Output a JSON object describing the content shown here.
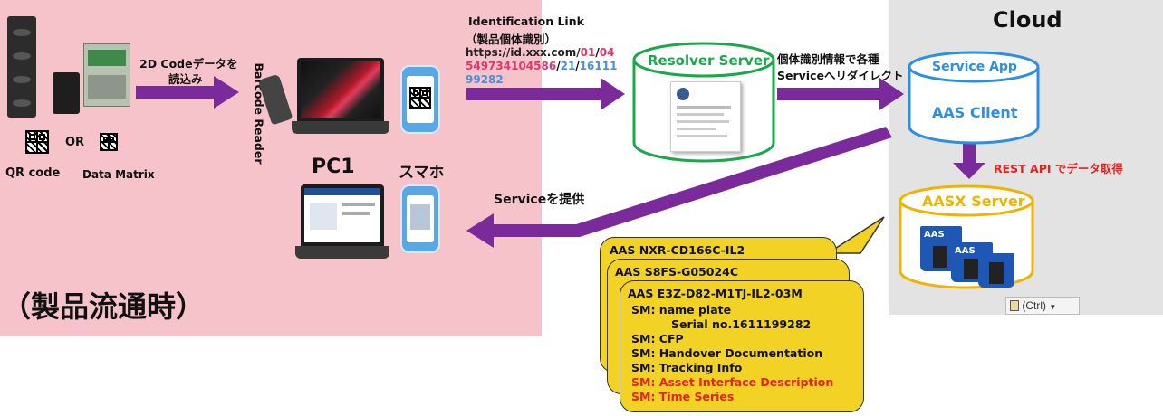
{
  "left": {
    "code_reading_line1": "2D Codeデータを",
    "code_reading_line2": "読込み",
    "qr_code_label": "QR code",
    "or_label": "OR",
    "data_matrix_label": "Data Matrix",
    "barcode_reader_label": "Barcode Reader",
    "pc1_label": "PC1",
    "smartphone_label": "スマホ",
    "phase_label": "（製品流通時）",
    "service_provided_label": "Serviceを提供"
  },
  "link": {
    "title": "Identification Link",
    "subtitle": "（製品個体識別）",
    "url_prefix": "https://id.xxx.com/",
    "seg_01": "01",
    "slash1": "/",
    "seg_04": "04",
    "seg_gtin": "549734104586",
    "slash2": "/",
    "seg_21": "21",
    "slash3": "/",
    "seg_serial1": "16111",
    "seg_serial2": "99282"
  },
  "resolver": {
    "name": "Resolver Server",
    "redirect_line1": "個体識別情報で各種",
    "redirect_line2": "Serviceへリダイレクト"
  },
  "cloud": {
    "title": "Cloud",
    "service_app": "Service App",
    "aas_client": "AAS Client",
    "rest_api": "REST API でデータ取得",
    "aasx_server": "AASX Server",
    "aas_badge": "AAS",
    "ctrl_hint": "(Ctrl)"
  },
  "notes": {
    "note1_title": "AAS NXR-CD166C-IL2",
    "note2_title": "AAS S8FS-G05024C",
    "note3_title": "AAS E3Z-D82-M1TJ-IL2-03M",
    "items": [
      "SM: name plate",
      "Serial no.1611199282",
      "SM: CFP",
      "SM: Handover Documentation",
      "SM: Tracking Info",
      "SM: Asset Interface Description",
      "SM: Time Series"
    ]
  },
  "colors": {
    "pink_bg": "#f6c3cb",
    "cloud_bg": "#e3e3e3",
    "arrow_purple": "#7a2a9a",
    "resolver_green": "#1aa84a",
    "service_blue": "#2d8fe0",
    "aasx_gold": "#f0b400",
    "note_yellow": "#f2d325",
    "red_text": "#e8211c"
  }
}
